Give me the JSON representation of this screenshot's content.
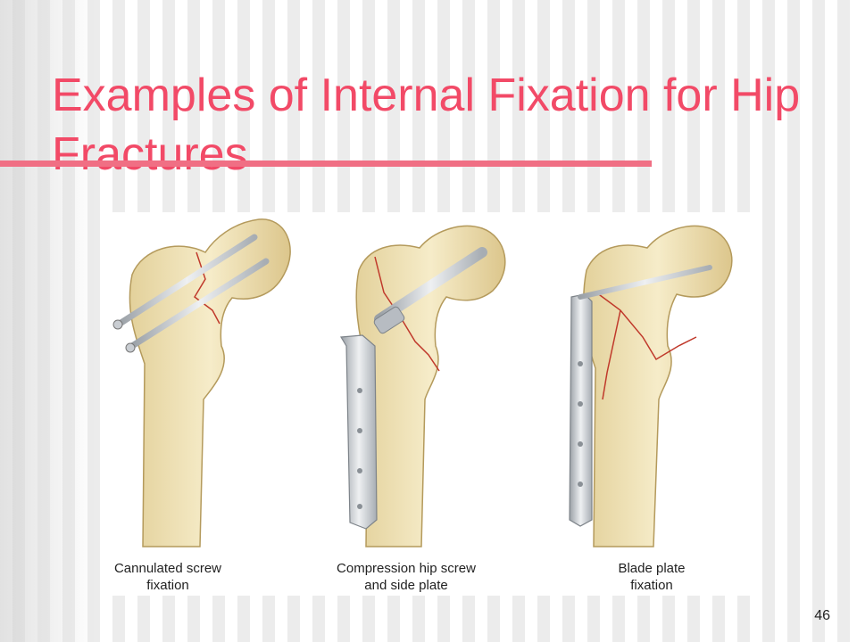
{
  "slide": {
    "title": "Examples of Internal Fixation for Hip Fractures",
    "number": "46",
    "accent_color": "#f24a67",
    "rule_color": "#f06f84"
  },
  "figure": {
    "panels": [
      {
        "caption": "Cannulated screw\nfixation",
        "device_icon": "cannulated-screws-icon"
      },
      {
        "caption": "Compression hip screw\nand side plate",
        "device_icon": "compression-screw-plate-icon"
      },
      {
        "caption": "Blade plate\nfixation",
        "device_icon": "blade-plate-icon"
      }
    ],
    "bone_color": "#efe3b8",
    "metal_color": "#c9cdd2",
    "fracture_color": "#c0392b"
  }
}
